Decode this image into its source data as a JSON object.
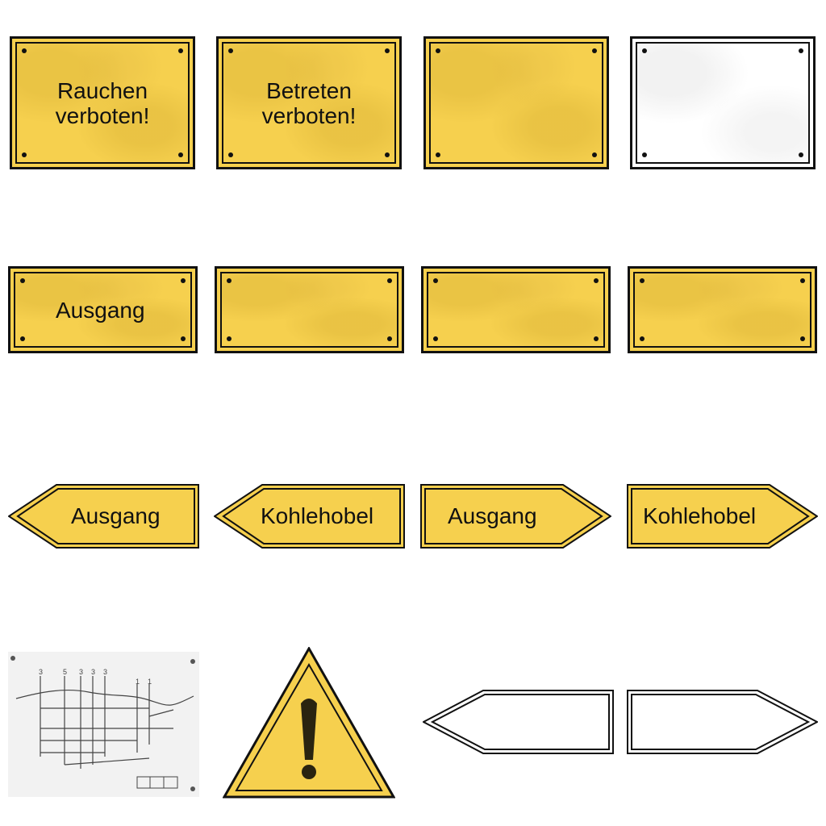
{
  "colors": {
    "sign_yellow": "#f6d04e",
    "outline": "#111111",
    "white": "#ffffff"
  },
  "row1": {
    "sign1_text": "Rauchen\nverboten!",
    "sign2_text": "Betreten\nverboten!"
  },
  "row2": {
    "sign1_text": "Ausgang"
  },
  "row3": {
    "arrow1_text": "Ausgang",
    "arrow2_text": "Kohlehobel",
    "arrow3_text": "Ausgang",
    "arrow4_text": "Kohlehobel"
  },
  "row4": {
    "map_icon": "map-sketch-icon",
    "warning_icon": "exclamation-warning-icon"
  }
}
